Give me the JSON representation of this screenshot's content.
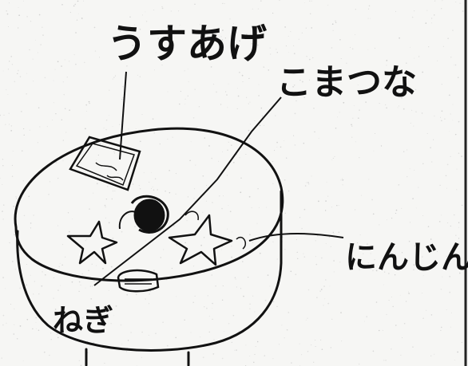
{
  "drawing": {
    "labels": {
      "usuage": "うすあげ",
      "komatsuna": "こまつな",
      "ninjin": "にんじん",
      "negi": "ねぎ"
    },
    "colors": {
      "paper": "#f6f6f4",
      "ink": "#111111",
      "speckle": "#b9b9b9"
    }
  }
}
